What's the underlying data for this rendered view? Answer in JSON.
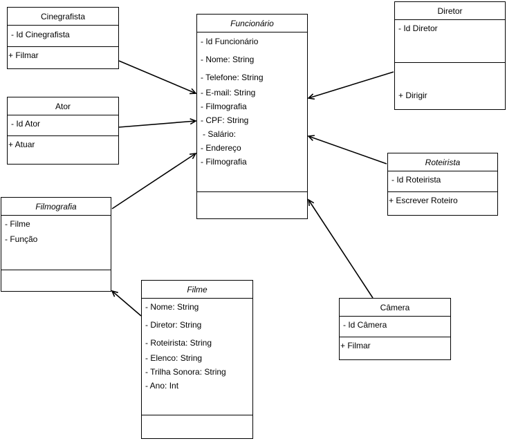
{
  "classes": {
    "cinegrafista": {
      "name": "Cinegrafista",
      "attributes": [
        "- Id Cinegrafista"
      ],
      "methods": [
        "+ Filmar"
      ]
    },
    "ator": {
      "name": "Ator",
      "attributes": [
        "- Id Ator"
      ],
      "methods": [
        "+ Atuar"
      ]
    },
    "filmografia": {
      "name": "Filmografia",
      "attributes": [
        "- Filme",
        "- Função"
      ],
      "methods": []
    },
    "funcionario": {
      "name": "Funcionário",
      "attributes": [
        "- Id Funcionário",
        "- Nome: String",
        "- Telefone: String",
        "- E-mail: String",
        "- Filmografia",
        "- CPF: String",
        "- Salário:",
        "- Endereço",
        "- Filmografia"
      ],
      "methods": []
    },
    "diretor": {
      "name": "Diretor",
      "attributes": [
        "- Id Diretor"
      ],
      "methods": [
        "+ Dirigir"
      ]
    },
    "roteirista": {
      "name": "Roteirista",
      "attributes": [
        "- Id Roteirista"
      ],
      "methods": [
        "+ Escrever Roteiro"
      ]
    },
    "camera": {
      "name": "Câmera",
      "attributes": [
        "- Id Câmera"
      ],
      "methods": [
        "+ Filmar"
      ]
    },
    "filme": {
      "name": "Filme",
      "attributes": [
        "- Nome: String",
        "- Diretor: String",
        "- Roteirista: String",
        "- Elenco: String",
        "- Trilha Sonora: String",
        "- Ano: Int"
      ],
      "methods": []
    }
  },
  "relations": [
    {
      "from": "cinegrafista",
      "to": "funcionario",
      "type": "generalization"
    },
    {
      "from": "ator",
      "to": "funcionario",
      "type": "generalization"
    },
    {
      "from": "filmografia",
      "to": "funcionario",
      "type": "generalization"
    },
    {
      "from": "diretor",
      "to": "funcionario",
      "type": "generalization"
    },
    {
      "from": "roteirista",
      "to": "funcionario",
      "type": "generalization"
    },
    {
      "from": "camera",
      "to": "funcionario",
      "type": "generalization"
    },
    {
      "from": "filme",
      "to": "filmografia",
      "type": "generalization"
    }
  ],
  "colors": {
    "stroke": "#000000",
    "fill": "#ffffff"
  }
}
